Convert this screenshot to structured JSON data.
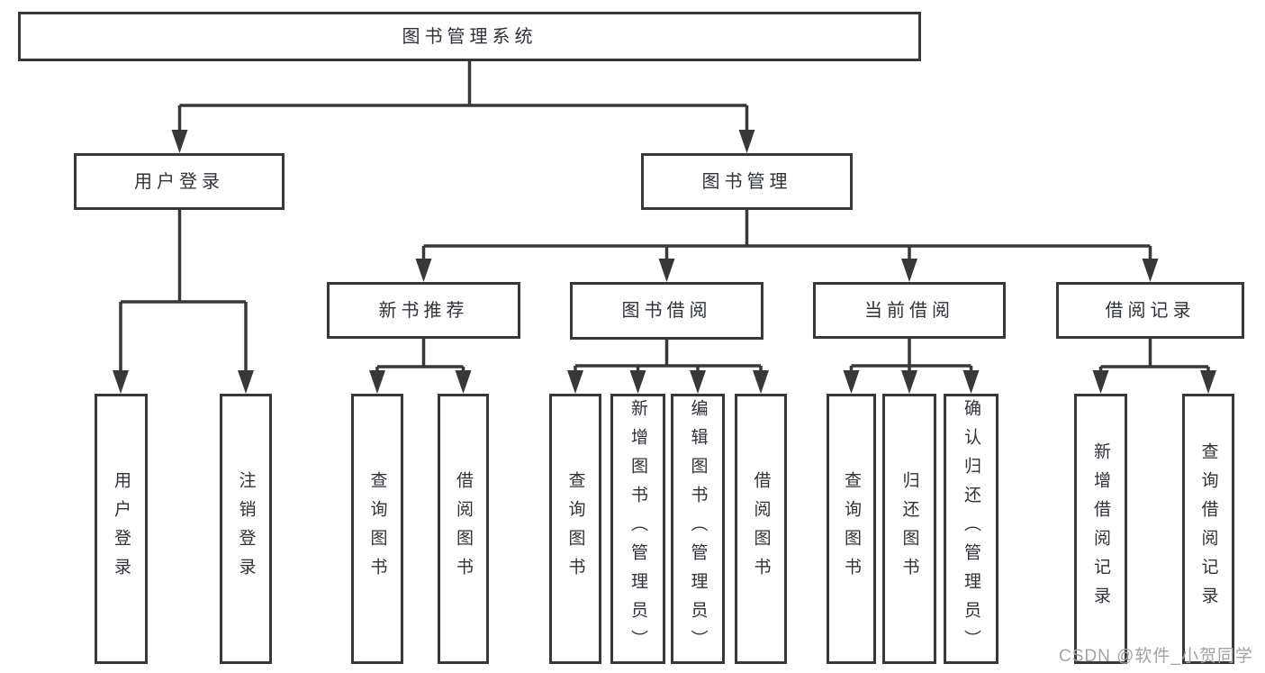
{
  "tree": {
    "root": "图书管理系统",
    "children": [
      {
        "label": "用户登录",
        "children": [
          {
            "label": "用户登录"
          },
          {
            "label": "注销登录"
          }
        ]
      },
      {
        "label": "图书管理",
        "children": [
          {
            "label": "新书推荐",
            "children": [
              {
                "label": "查询图书"
              },
              {
                "label": "借阅图书"
              }
            ]
          },
          {
            "label": "图书借阅",
            "children": [
              {
                "label": "查询图书"
              },
              {
                "label": "新增图书（管理员）"
              },
              {
                "label": "编辑图书（管理员）"
              },
              {
                "label": "借阅图书"
              }
            ]
          },
          {
            "label": "当前借阅",
            "children": [
              {
                "label": "查询图书"
              },
              {
                "label": "归还图书"
              },
              {
                "label": "确认归还（管理员）"
              }
            ]
          },
          {
            "label": "借阅记录",
            "children": [
              {
                "label": "新增借阅记录"
              },
              {
                "label": "查询借阅记录"
              }
            ]
          }
        ]
      }
    ]
  },
  "watermark": {
    "text": "CSDN @软件_小贺同学"
  },
  "colors": {
    "line": "#383838",
    "border": "#383838",
    "text": "#2f3237",
    "background": "#ffffff",
    "watermark": "#a3a3a3"
  }
}
